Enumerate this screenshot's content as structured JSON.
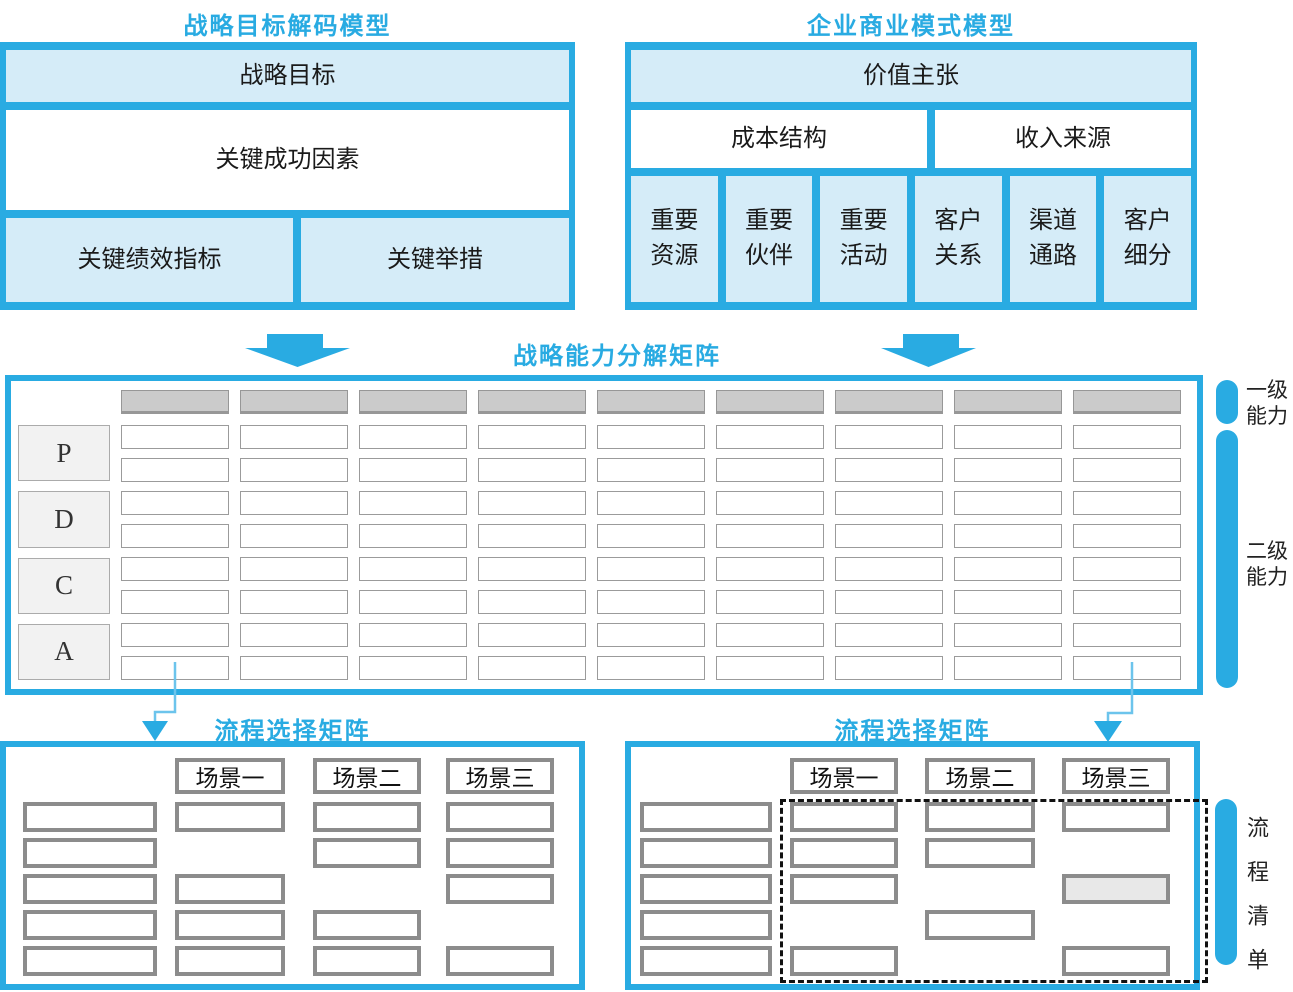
{
  "colors": {
    "accent": "#29ABE2",
    "light_blue": "#D5ECF8",
    "header_fill": "#CBCBCB",
    "cell_border": "#9B9B9B",
    "label_fill": "#F2F2F2",
    "bcell_border": "#8C8C8C",
    "highlight_fill": "#E8E8E8",
    "elbow": "#6CC4EC"
  },
  "top_left": {
    "title": "战略目标解码模型",
    "strategic_goal": "战略目标",
    "key_success_factor": "关键成功因素",
    "kpi": "关键绩效指标",
    "key_initiative": "关键举措"
  },
  "top_right": {
    "title": "企业商业模式模型",
    "value_proposition": "价值主张",
    "cost_structure": "成本结构",
    "revenue_source": "收入来源",
    "cells": [
      "重要\n资源",
      "重要\n伙伴",
      "重要\n活动",
      "客户\n关系",
      "渠道\n通路",
      "客户\n细分"
    ]
  },
  "matrix": {
    "title": "战略能力分解矩阵",
    "row_labels": [
      "P",
      "D",
      "C",
      "A"
    ],
    "columns": 9,
    "rows_per_group": 2,
    "level1_label": "一级\n能力",
    "level2_label": "二级\n能力"
  },
  "bottom_left": {
    "title": "流程选择矩阵",
    "scenario_headers": [
      "场景一",
      "场景二",
      "场景三"
    ],
    "grid": [
      [
        1,
        1,
        1,
        1
      ],
      [
        1,
        0,
        1,
        1
      ],
      [
        1,
        1,
        0,
        1
      ],
      [
        1,
        1,
        1,
        0
      ],
      [
        1,
        1,
        1,
        1
      ]
    ]
  },
  "bottom_right": {
    "title": "流程选择矩阵",
    "scenario_headers": [
      "场景一",
      "场景二",
      "场景三"
    ],
    "grid": [
      [
        1,
        1,
        1,
        1
      ],
      [
        1,
        1,
        1,
        0
      ],
      [
        1,
        1,
        0,
        2
      ],
      [
        1,
        0,
        1,
        0
      ],
      [
        1,
        1,
        0,
        1
      ]
    ],
    "process_list_label": "流程清单"
  }
}
